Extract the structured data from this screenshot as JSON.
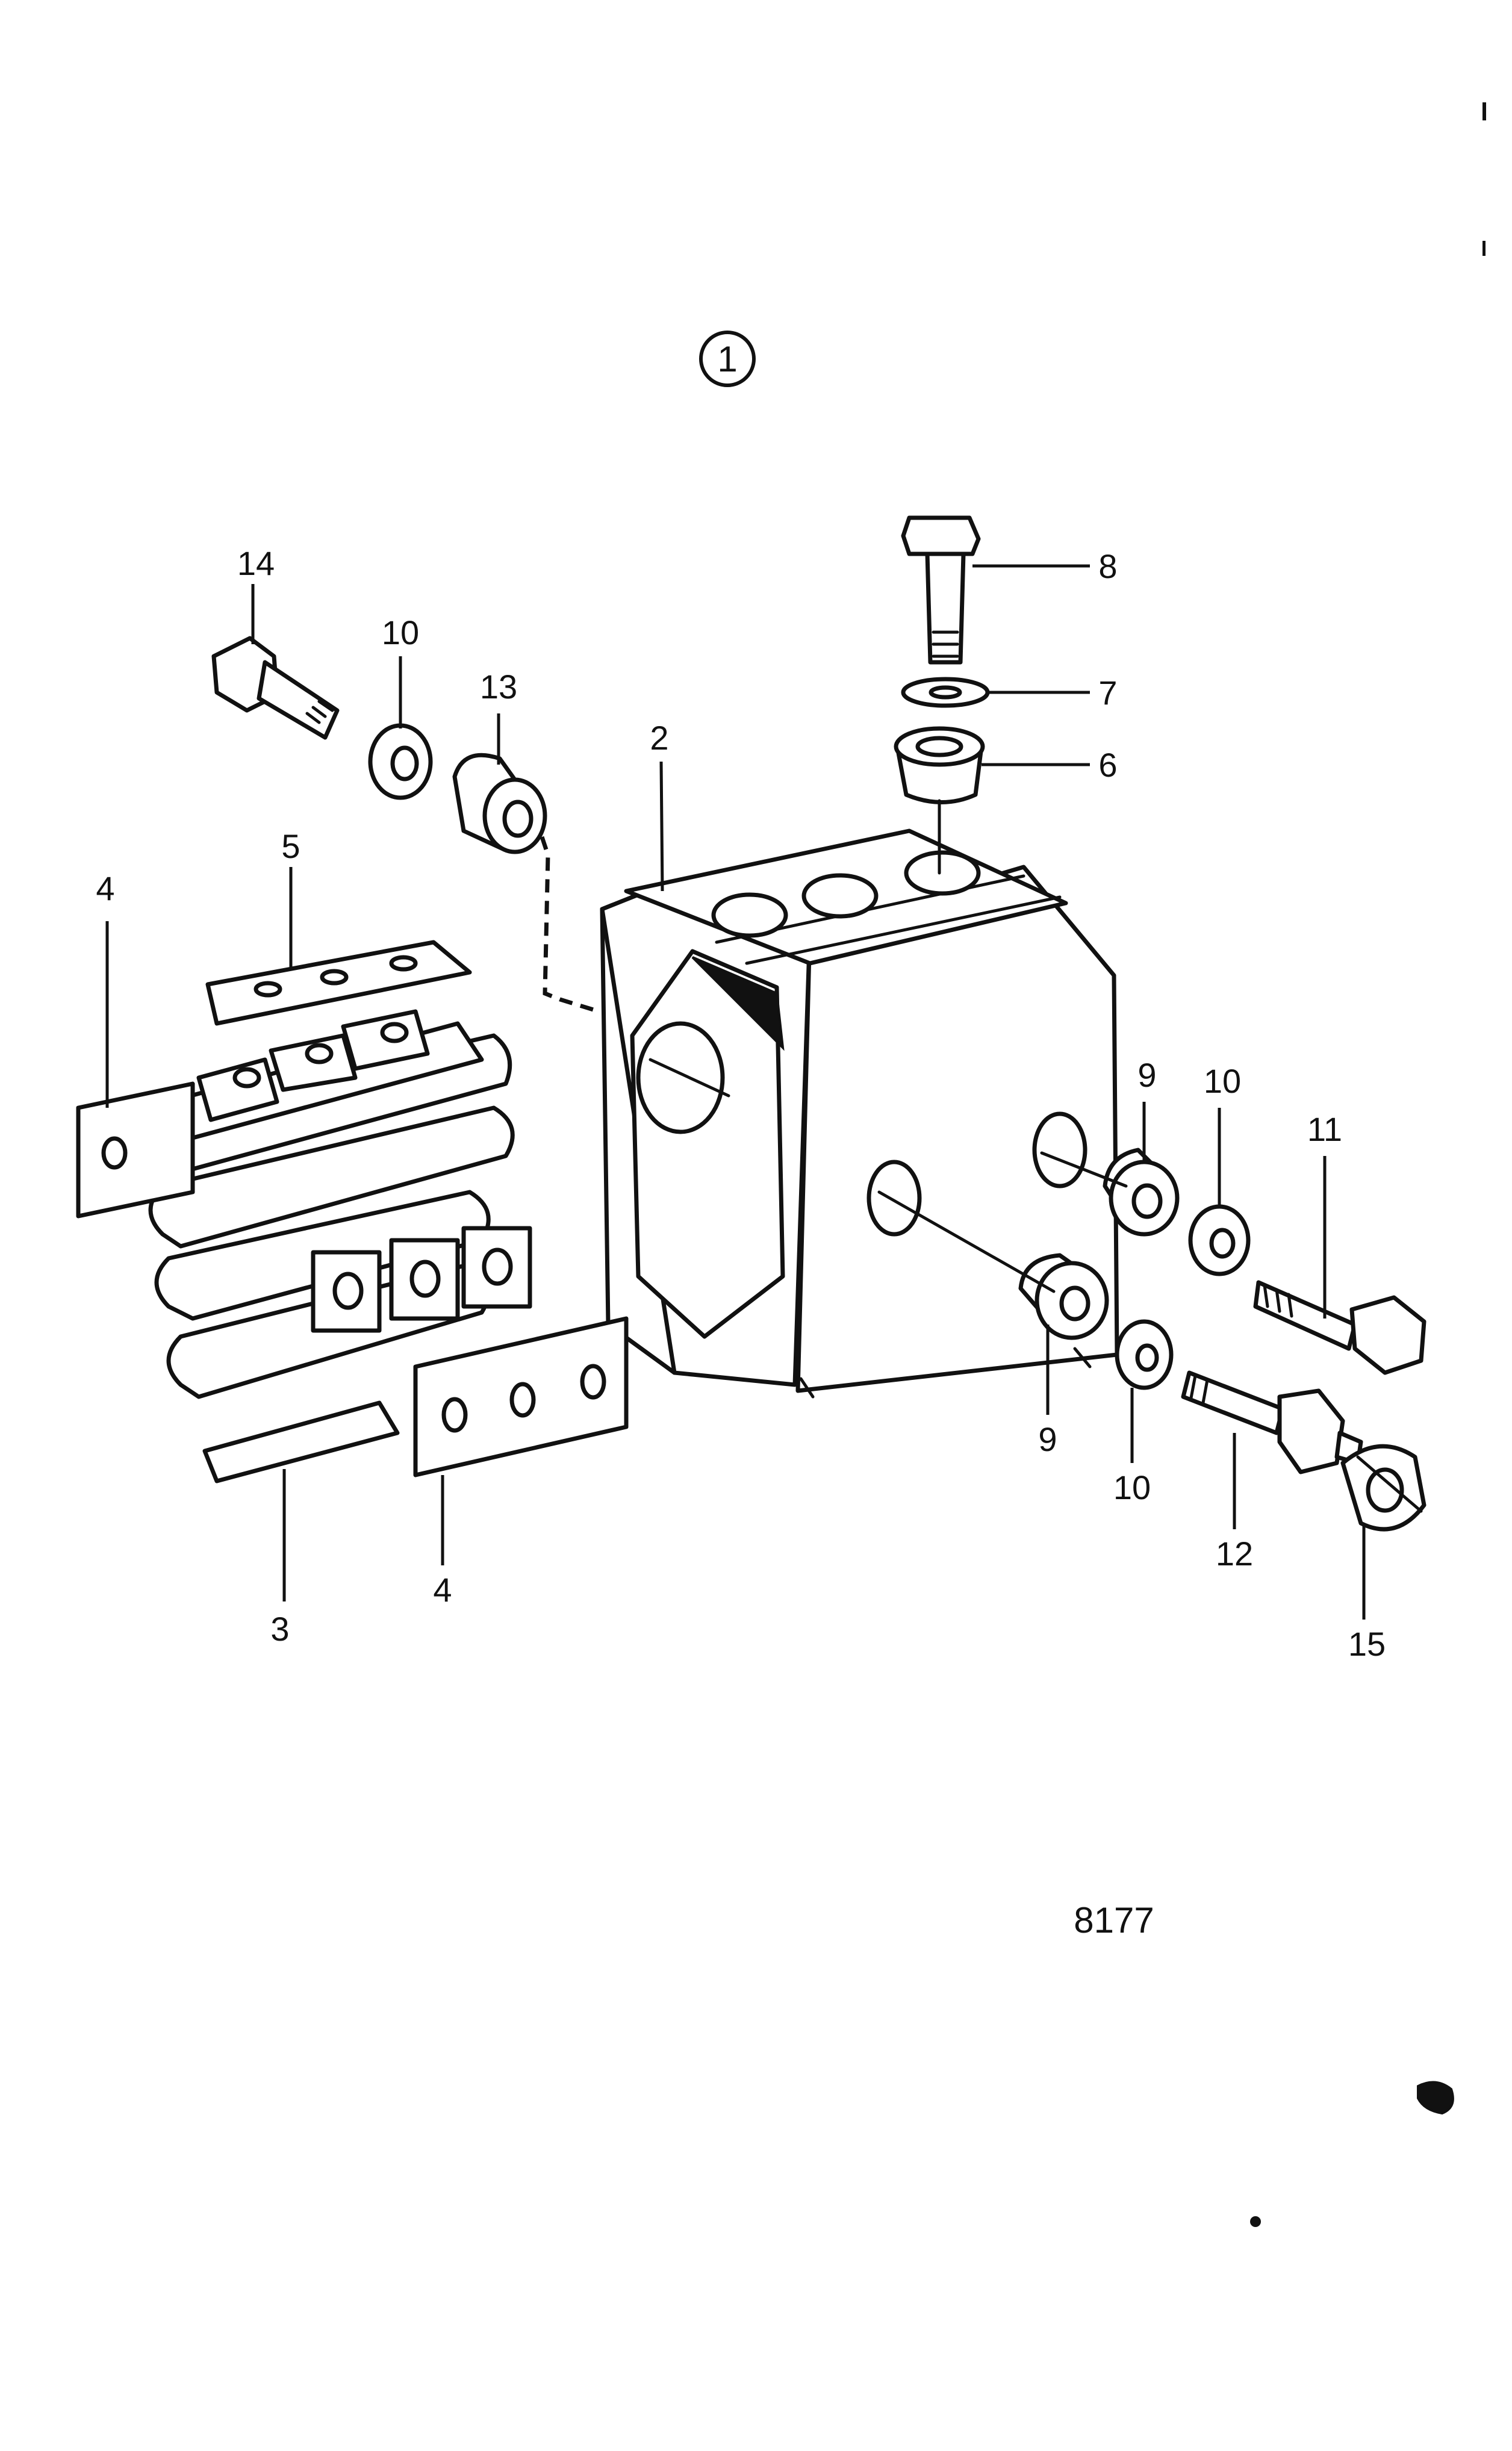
{
  "figure": {
    "group_marker": "1",
    "reference_number": "8177"
  },
  "callouts": {
    "c2": "2",
    "c3": "3",
    "c4a": "4",
    "c4b": "4",
    "c5": "5",
    "c6": "6",
    "c7": "7",
    "c8": "8",
    "c9a": "9",
    "c9b": "9",
    "c10a": "10",
    "c10b": "10",
    "c10c": "10",
    "c11": "11",
    "c12": "12",
    "c13": "13",
    "c14": "14",
    "c15": "15"
  }
}
